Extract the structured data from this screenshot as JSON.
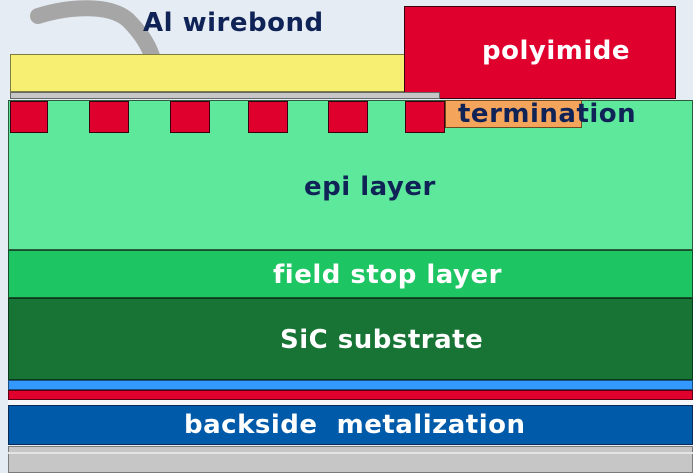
{
  "labels": {
    "wirebond": "Al wirebond",
    "polyimide": "polyimide",
    "termination": "termination",
    "epi": "epi layer",
    "field_stop": "field stop layer",
    "substrate": "SiC substrate",
    "backside": "backside  metalization"
  },
  "colors": {
    "background": "#e6ecf4",
    "wirebond": "#a6a6a6",
    "metal_pad": "#f7ef72",
    "polyimide": "#e0002d",
    "implant_blocks": "#e0002d",
    "termination": "#f5a45c",
    "epi_layer": "#5ee89c",
    "field_stop_layer": "#1ec563",
    "sic_substrate": "#177434",
    "thin_blue_layer": "#3399ff",
    "thin_red_layer": "#e0002d",
    "backside_metalization": "#005aaa",
    "base": "#c6c6c6",
    "label_dark": "#0f2356",
    "label_light": "#ffffff"
  }
}
